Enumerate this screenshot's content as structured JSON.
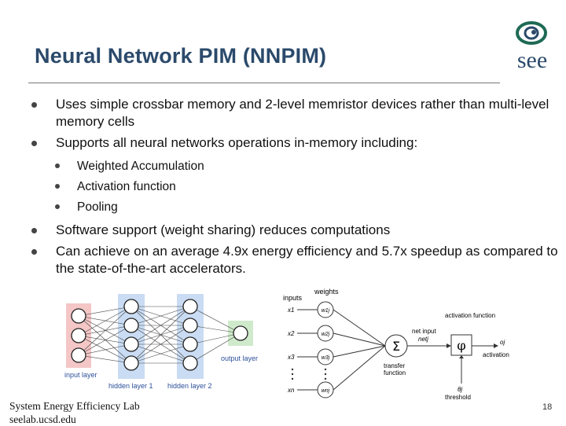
{
  "slide": {
    "title": "Neural Network PIM (NNPIM)",
    "bullets": [
      "Uses simple crossbar memory and 2-level memristor devices rather than multi-level memory cells",
      "Supports all neural networks operations in-memory including:"
    ],
    "sub_bullets": [
      "Weighted Accumulation",
      "Activation function",
      "Pooling"
    ],
    "bullets_after": [
      "Software support (weight sharing) reduces computations",
      "Can achieve on an average 4.9x energy efficiency and 5.7x speedup as compared to the state-of-the-art accelerators."
    ],
    "footer_lab": "System Energy Efficiency Lab",
    "footer_url": "seelab.ucsd.edu",
    "page_number": "18",
    "logo_text": "see"
  },
  "nn_figure": {
    "input_label": "input layer",
    "hidden1_label": "hidden layer 1",
    "hidden2_label": "hidden layer 2",
    "output_label": "output layer",
    "colors": {
      "input": "#f4c6c6",
      "hidden": "#c9dcf3",
      "output": "#cfeacb"
    }
  },
  "neuron_figure": {
    "inputs_label": "inputs",
    "weights_label": "weights",
    "x_labels": [
      "x1",
      "x2",
      "x3",
      "xn"
    ],
    "w_labels": [
      "w1j",
      "w2j",
      "w3j",
      "wnj"
    ],
    "net_input_label": "net input",
    "net_label": "netj",
    "sum_symbol": "Σ",
    "phi_symbol": "φ",
    "transfer_label": "transfer function",
    "activation_function_label": "activation function",
    "activation_label": "activation",
    "oj_label": "oj",
    "theta_label": "θj",
    "threshold_label": "threshold"
  }
}
